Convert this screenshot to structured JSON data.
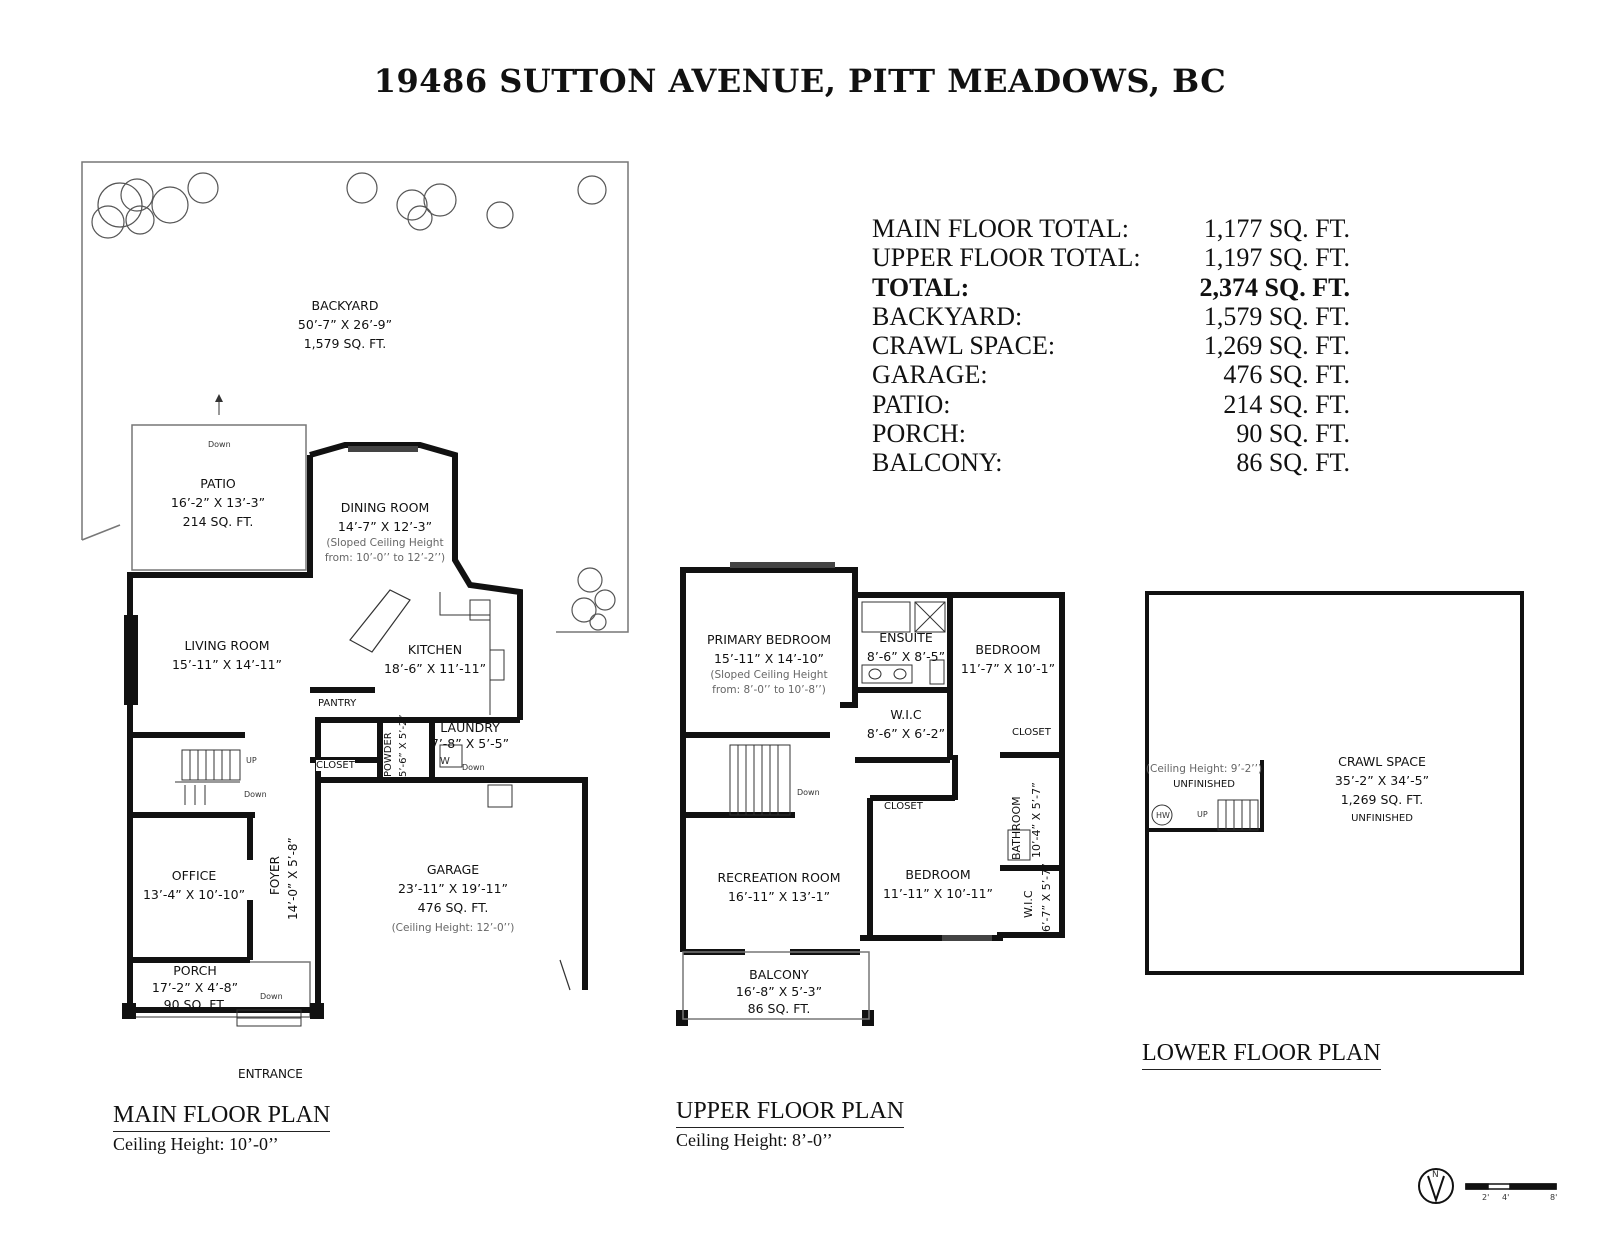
{
  "title": "19486 SUTTON AVENUE, PITT MEADOWS, BC",
  "totals": [
    {
      "label": "MAIN FLOOR TOTAL:",
      "value": "1,177 SQ. FT.",
      "bold": false
    },
    {
      "label": "UPPER FLOOR TOTAL:",
      "value": "1,197 SQ. FT.",
      "bold": false
    },
    {
      "label": "TOTAL:",
      "value": "2,374 SQ. FT.",
      "bold": true
    },
    {
      "label": "BACKYARD:",
      "value": "1,579 SQ. FT.",
      "bold": false
    },
    {
      "label": "CRAWL SPACE:",
      "value": "1,269 SQ. FT.",
      "bold": false
    },
    {
      "label": "GARAGE:",
      "value": "476 SQ. FT.",
      "bold": false
    },
    {
      "label": "PATIO:",
      "value": "214 SQ. FT.",
      "bold": false
    },
    {
      "label": "PORCH:",
      "value": "90 SQ. FT.",
      "bold": false
    },
    {
      "label": "BALCONY:",
      "value": "86 SQ. FT.",
      "bold": false
    }
  ],
  "main_floor": {
    "plan_name": "MAIN FLOOR PLAN",
    "ceiling": "Ceiling Height: 10’-0’’",
    "rooms": {
      "backyard": {
        "name": "BACKYARD",
        "dims": "50’-7” X 26’-9”",
        "area": "1,579 SQ. FT."
      },
      "patio": {
        "name": "PATIO",
        "dims": "16’-2” X 13’-3”",
        "area": "214 SQ. FT."
      },
      "dining": {
        "name": "DINING ROOM",
        "dims": "14’-7” X 12’-3”",
        "note1": "(Sloped Ceiling Height",
        "note2": "from: 10’-0’’ to 12’-2’’)"
      },
      "living": {
        "name": "LIVING ROOM",
        "dims": "15’-11” X 14’-11”"
      },
      "kitchen": {
        "name": "KITCHEN",
        "dims": "18’-6” X 11’-11”"
      },
      "laundry": {
        "name": "LAUNDRY",
        "dims": "7’-8” X 5’-5”"
      },
      "office": {
        "name": "OFFICE",
        "dims": "13’-4” X 10’-10”"
      },
      "garage": {
        "name": "GARAGE",
        "dims": "23’-11” X 19’-11”",
        "area": "476 SQ. FT.",
        "note": "(Ceiling Height: 12’-0’’)"
      },
      "porch": {
        "name": "PORCH",
        "dims": "17’-2” X 4’-8”",
        "area": "90 SQ. FT."
      },
      "foyer": {
        "name": "FOYER",
        "dims": "14’-0” X 5’-8”"
      },
      "powder": {
        "name": "POWDER",
        "dims": "5’-6” X 5’-2”"
      }
    },
    "tags": {
      "pantry": "PANTRY",
      "closet": "CLOSET",
      "entrance": "ENTRANCE",
      "down": "Down",
      "up": "UP",
      "w": "W"
    }
  },
  "upper_floor": {
    "plan_name": "UPPER FLOOR PLAN",
    "ceiling": "Ceiling Height: 8’-0’’",
    "rooms": {
      "primary": {
        "name": "PRIMARY BEDROOM",
        "dims": "15’-11” X 14’-10”",
        "note1": "(Sloped Ceiling Height",
        "note2": "from: 8’-0’’ to 10’-8’’)"
      },
      "ensuite": {
        "name": "ENSUITE",
        "dims": "8’-6” X 8’-5”"
      },
      "wic1": {
        "name": "W.I.C",
        "dims": "8’-6” X 6’-2”"
      },
      "bedroom1": {
        "name": "BEDROOM",
        "dims": "11’-7” X 10’-1”"
      },
      "bedroom2": {
        "name": "BEDROOM",
        "dims": "11’-11” X 10’-11”"
      },
      "recreation": {
        "name": "RECREATION ROOM",
        "dims": "16’-11” X 13’-1”"
      },
      "balcony": {
        "name": "BALCONY",
        "dims": "16’-8” X 5’-3”",
        "area": "86 SQ. FT."
      },
      "bathroom": {
        "name": "BATHROOM",
        "dims": "10’-4” X 5’-7”"
      },
      "wic2": {
        "name": "W.I.C",
        "dims": "6’-7” X 5’-7”"
      }
    },
    "tags": {
      "closet1": "CLOSET",
      "closet2": "CLOSET",
      "down": "Down"
    }
  },
  "lower_floor": {
    "plan_name": "LOWER FLOOR PLAN",
    "rooms": {
      "crawl": {
        "name": "CRAWL SPACE",
        "dims": "35’-2” X 34’-5”",
        "area": "1,269 SQ. FT.",
        "status": "UNFINISHED"
      },
      "ceiling_note": {
        "note": "(Ceiling Height: 9’-2’’)",
        "status": "UNFINISHED"
      }
    },
    "tags": {
      "hw": "HW",
      "up": "UP"
    }
  },
  "scale": {
    "ticks": [
      "2'",
      "4'",
      "8'"
    ],
    "compass": "N"
  }
}
